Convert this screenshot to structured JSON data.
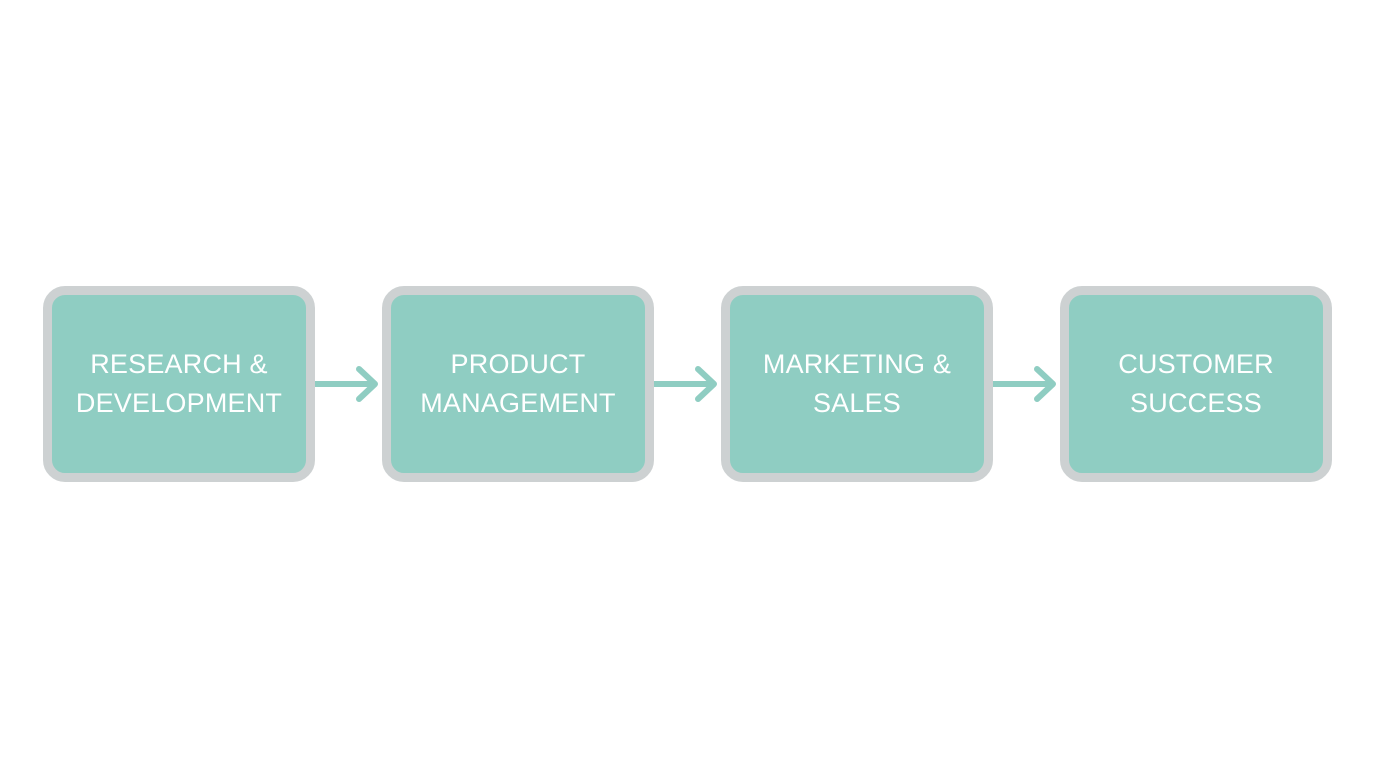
{
  "diagram": {
    "type": "flowchart",
    "stages": [
      {
        "id": "rd",
        "label": "RESEARCH &\nDEVELOPMENT"
      },
      {
        "id": "pm",
        "label": "PRODUCT\nMANAGEMENT"
      },
      {
        "id": "ms",
        "label": "MARKETING &\nSALES"
      },
      {
        "id": "cs",
        "label": "CUSTOMER\nSUCCESS"
      }
    ],
    "connections": [
      {
        "from": "rd",
        "to": "pm",
        "icon": "arrow-right-icon"
      },
      {
        "from": "pm",
        "to": "ms",
        "icon": "arrow-right-icon"
      },
      {
        "from": "ms",
        "to": "cs",
        "icon": "arrow-right-icon"
      }
    ],
    "colors": {
      "box_fill": "#8fcdc2",
      "box_border": "#cdd1d2",
      "arrow": "#8fcdc2",
      "label_text": "#ffffff",
      "background": "#ffffff"
    }
  }
}
